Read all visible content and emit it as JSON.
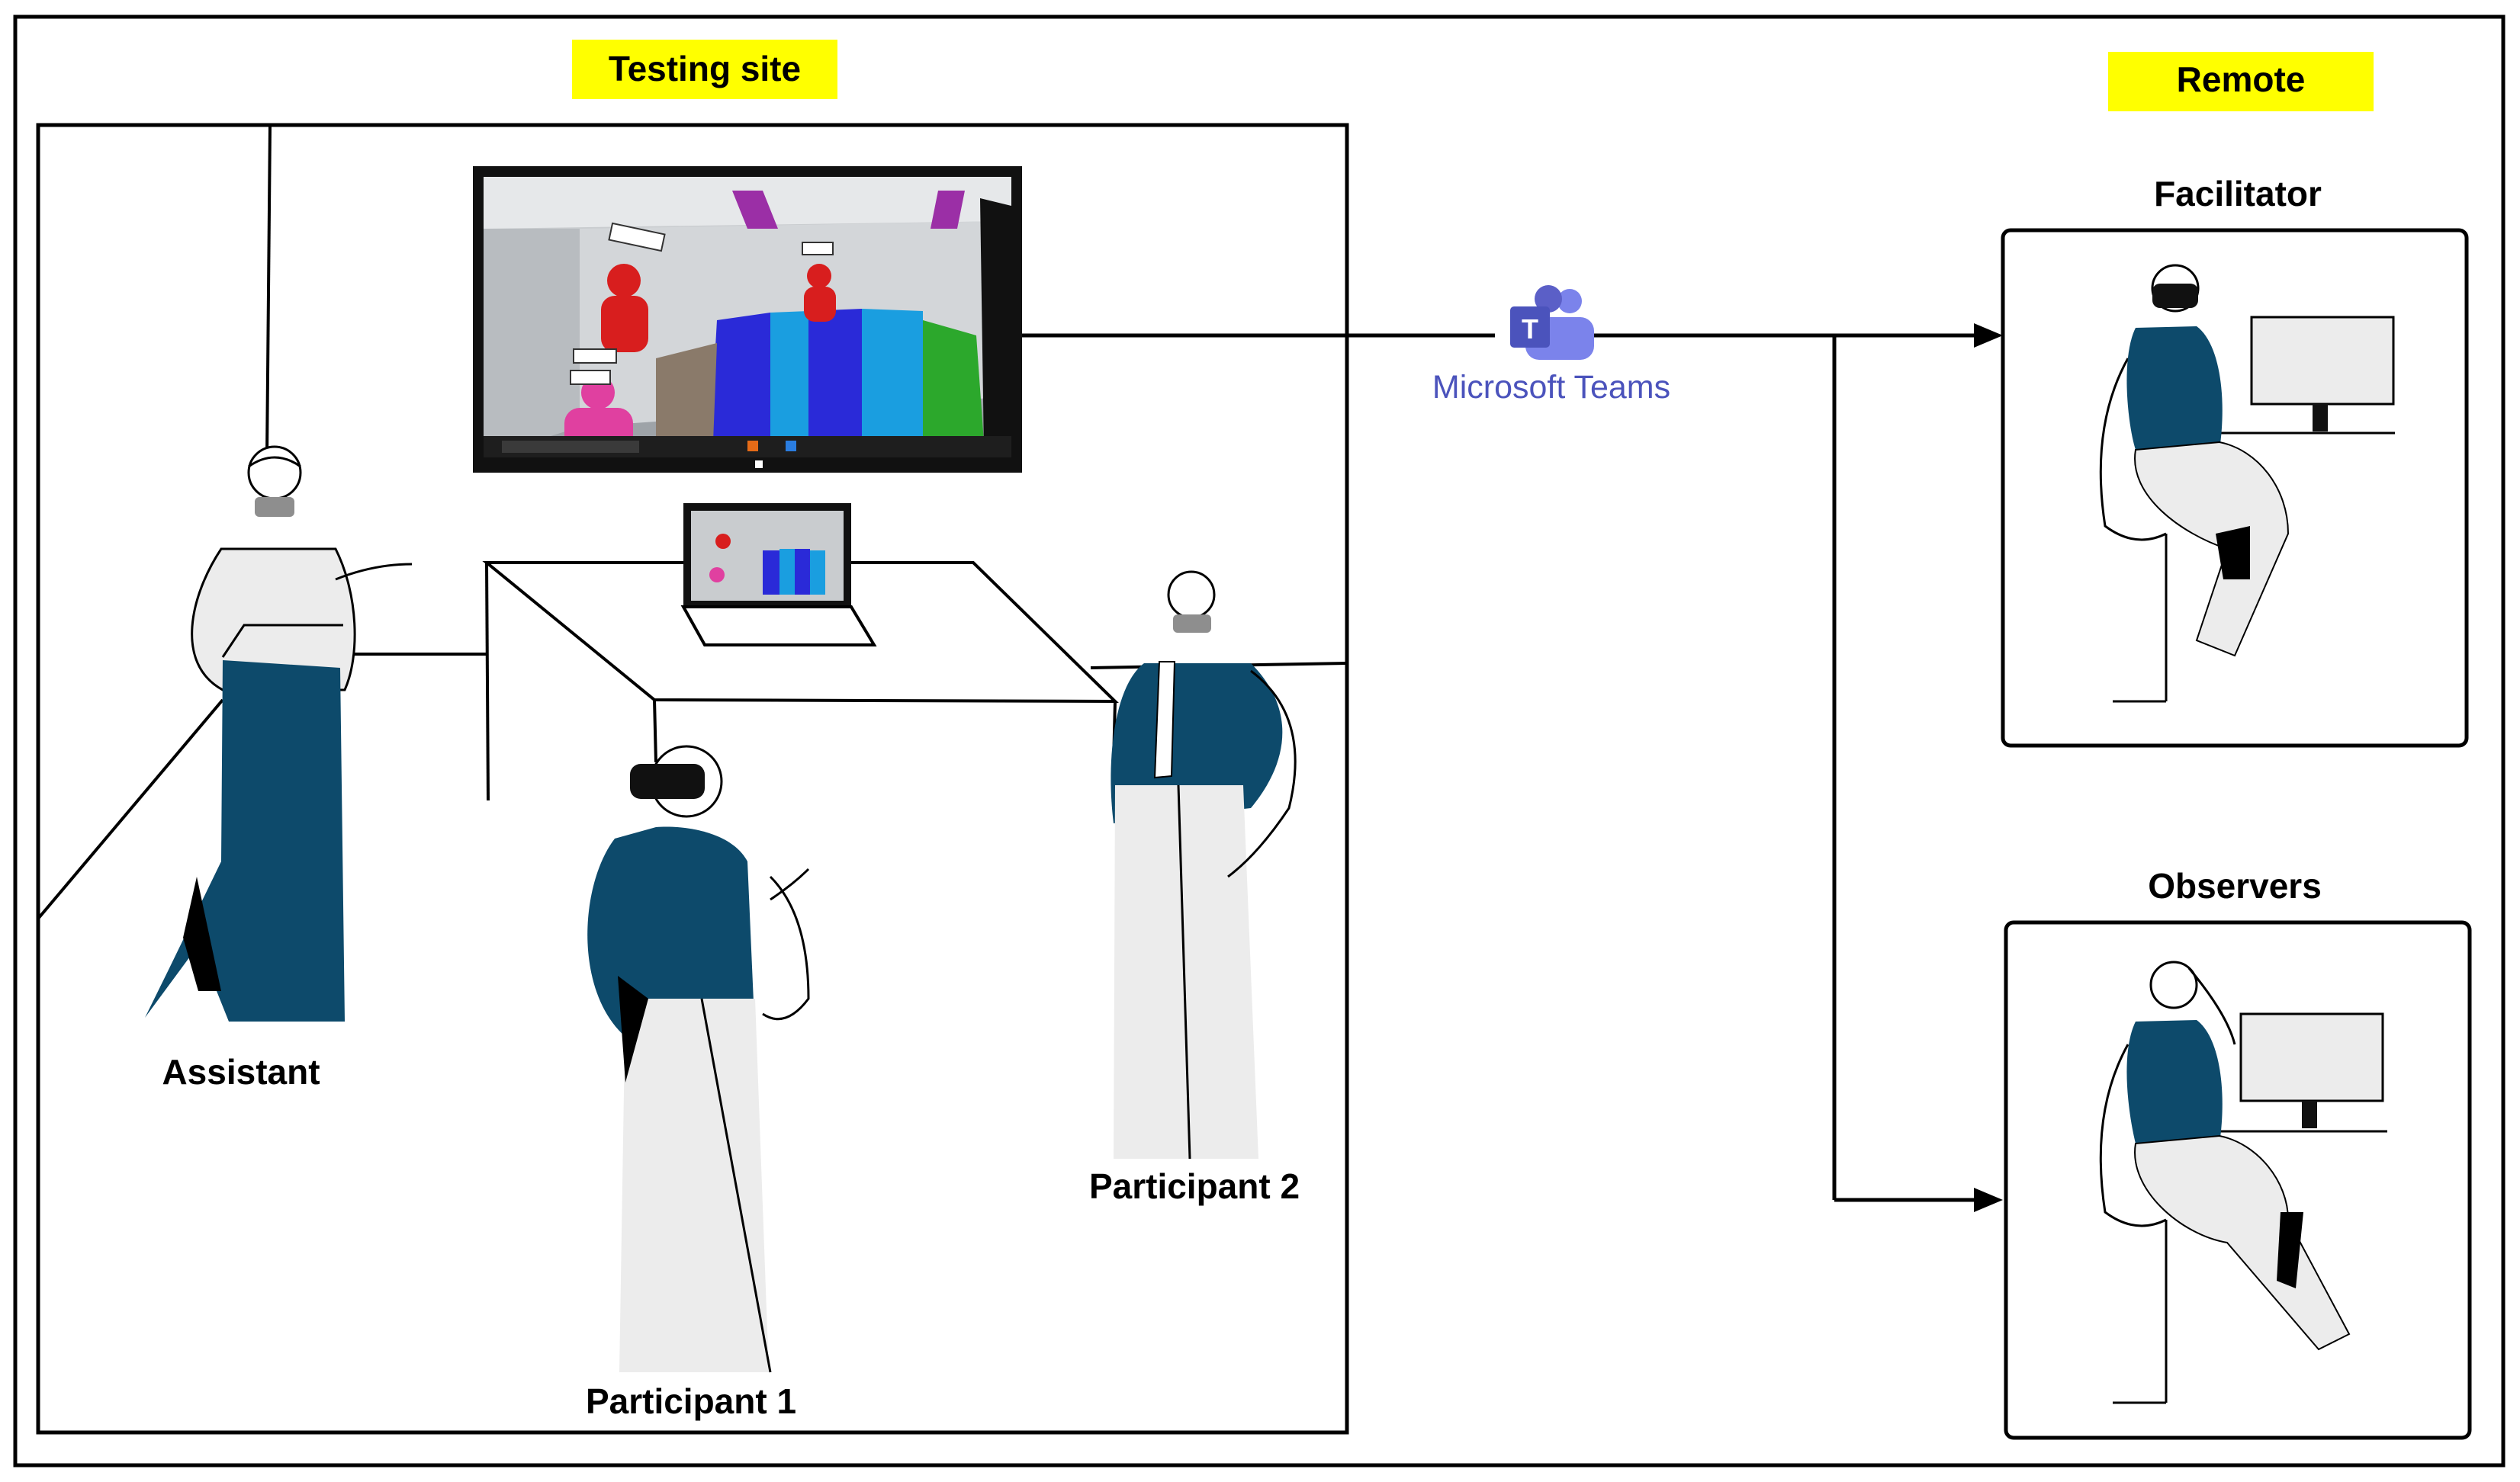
{
  "sections": {
    "testing_site_label": "Testing site",
    "remote_label": "Remote"
  },
  "people": {
    "assistant": "Assistant",
    "participant_1": "Participant 1",
    "participant_2": "Participant 2",
    "facilitator": "Facilitator",
    "observers": "Observers"
  },
  "connector": {
    "app_name": "Microsoft Teams"
  },
  "colors": {
    "label_highlight": "#ffff00",
    "figure_primary": "#0d4a6b",
    "figure_light": "#ececec",
    "teams_purple": "#5b5fc7",
    "teams_text": "#4b53bc",
    "line": "#000000"
  },
  "icons": [
    "vr-headset-icon",
    "face-mask-icon",
    "monitor-icon",
    "laptop-icon",
    "microsoft-teams-logo",
    "arrow-head-icon"
  ]
}
